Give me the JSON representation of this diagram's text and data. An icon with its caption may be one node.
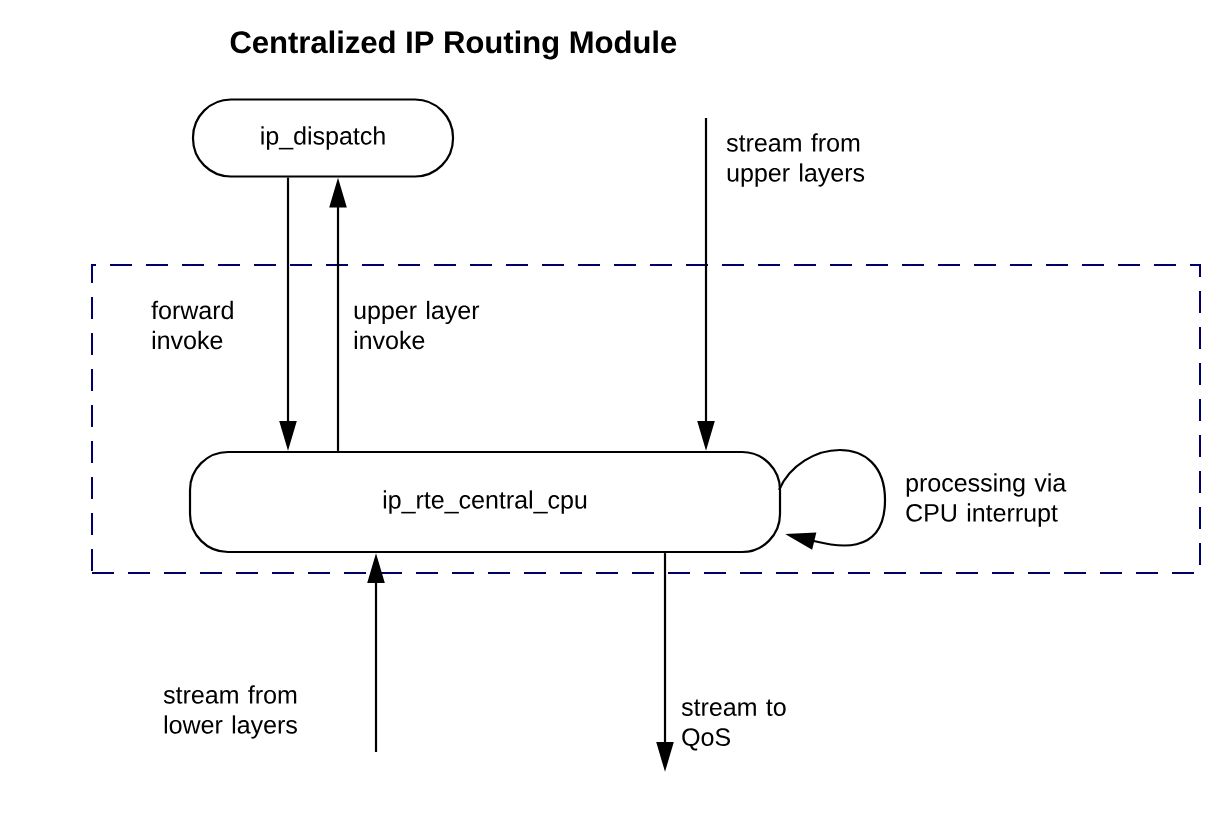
{
  "diagram": {
    "title": "Centralized IP Routing Module",
    "nodes": [
      {
        "text": [],
        "shape": "box"
      },
      {
        "text": [
          "ip_dispatch"
        ]
      },
      {
        "text": [
          "ip_rte_central_cpu"
        ],
        "in": 0
      }
    ],
    "edges": [
      {
        "from": 1,
        "to": 2,
        "arrow": "to",
        "label": "forward invoke"
      },
      {
        "from": 2,
        "to": 1,
        "arrow": "to",
        "label": "upper layer invoke"
      },
      {
        "from": null,
        "to": 2,
        "arrow": "to",
        "label": "stream from upper layers"
      },
      {
        "from": 2,
        "to": 2,
        "arrow": "to",
        "label": "processing via CPU interrupt"
      },
      {
        "from": null,
        "to": 2,
        "arrow": "to",
        "label": "stream from lower layers"
      },
      {
        "from": 2,
        "to": null,
        "arrow": "to",
        "label": "stream to QoS"
      }
    ]
  }
}
